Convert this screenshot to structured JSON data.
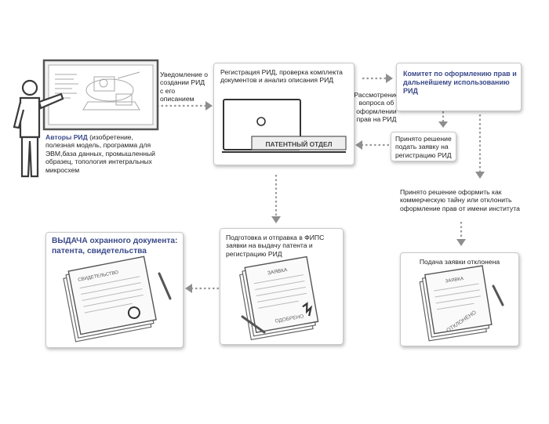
{
  "authors": {
    "title": "Авторы РИД",
    "body": " (изобретение, полезная модель, программа для ЭВМ,база данных, промышленный образец, топология интегральных микросхем"
  },
  "notify": "Уведомление о создании РИД с его описанием",
  "registration": {
    "text": "Регистрация РИД, проверка комплекта документов и анализ описания РИД",
    "dept_label": "ПАТЕНТНЫЙ ОТДЕЛ"
  },
  "review": "Рассмотрение вопроса об оформлении прав на РИД",
  "committee": "Комитет по оформлению прав и дальнейшему использованию РИД",
  "decision_apply": "Принято решение подать заявку на регистрацию РИД",
  "decision_secret": "Принято решение оформить как коммерческую тайну или отклонить оформление прав от имени института",
  "prepare": {
    "text": "Подготовка и отправка в ФИПС заявки на выдачу патента и регистрацию РИД",
    "doc_title": "ЗАЯВКА",
    "stamp": "ОДОБРЕНО"
  },
  "issue": {
    "title": "ВЫДАЧА охранного документа: патента, свидетельства",
    "doc_title": "СВИДЕТЕЛЬСТВО"
  },
  "rejected": {
    "text": "Подача заявки отклонена",
    "doc_title": "ЗАЯВКА",
    "stamp": "ОТКЛОНЕНО"
  },
  "colors": {
    "accent": "#3b4a8a",
    "arrow": "#9a9a9a"
  },
  "icons": [
    "presenter-icon",
    "monitor-icon",
    "certificate-icon",
    "application-icon",
    "pen-icon",
    "seal-icon"
  ]
}
